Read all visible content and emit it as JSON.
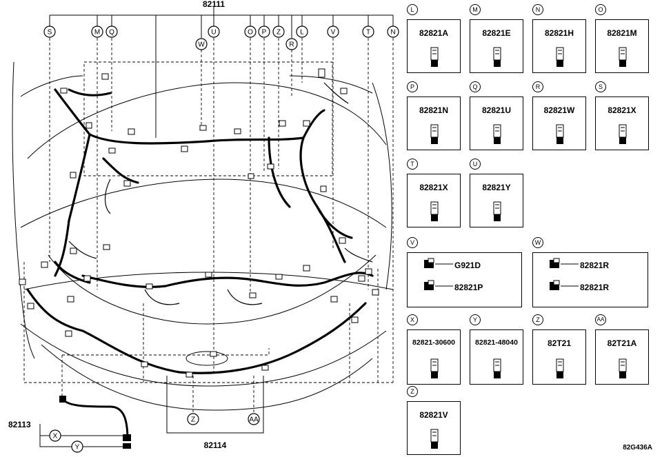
{
  "main_diagram": {
    "top_part": "82111",
    "left_part": "82113",
    "bottom_part": "82114",
    "top_callouts": [
      "S",
      "M",
      "Q",
      "W",
      "U",
      "O",
      "P",
      "Z",
      "R",
      "L",
      "V",
      "T",
      "N"
    ],
    "left_callouts": [
      "X",
      "Y"
    ],
    "bottom_callouts": [
      "Z",
      "AA"
    ]
  },
  "parts": [
    {
      "letter": "L",
      "number": "82821A"
    },
    {
      "letter": "M",
      "number": "82821E"
    },
    {
      "letter": "N",
      "number": "82821H"
    },
    {
      "letter": "O",
      "number": "82821M"
    },
    {
      "letter": "P",
      "number": "82821N"
    },
    {
      "letter": "Q",
      "number": "82821U"
    },
    {
      "letter": "R",
      "number": "82821W"
    },
    {
      "letter": "S",
      "number": "82821X"
    },
    {
      "letter": "T",
      "number": "82821X"
    },
    {
      "letter": "U",
      "number": "82821Y"
    },
    {
      "letter": "V",
      "items": [
        "G921D",
        "82821P"
      ]
    },
    {
      "letter": "W",
      "items": [
        "82821R",
        "82821R"
      ]
    },
    {
      "letter": "X",
      "number": "82821-30600"
    },
    {
      "letter": "Y",
      "number": "82821-48040"
    },
    {
      "letter": "Z",
      "number": "82T21"
    },
    {
      "letter": "AA",
      "number": "82T21A"
    },
    {
      "letter": "Z",
      "number": "82821V"
    }
  ],
  "catalog_id": "82G436A"
}
